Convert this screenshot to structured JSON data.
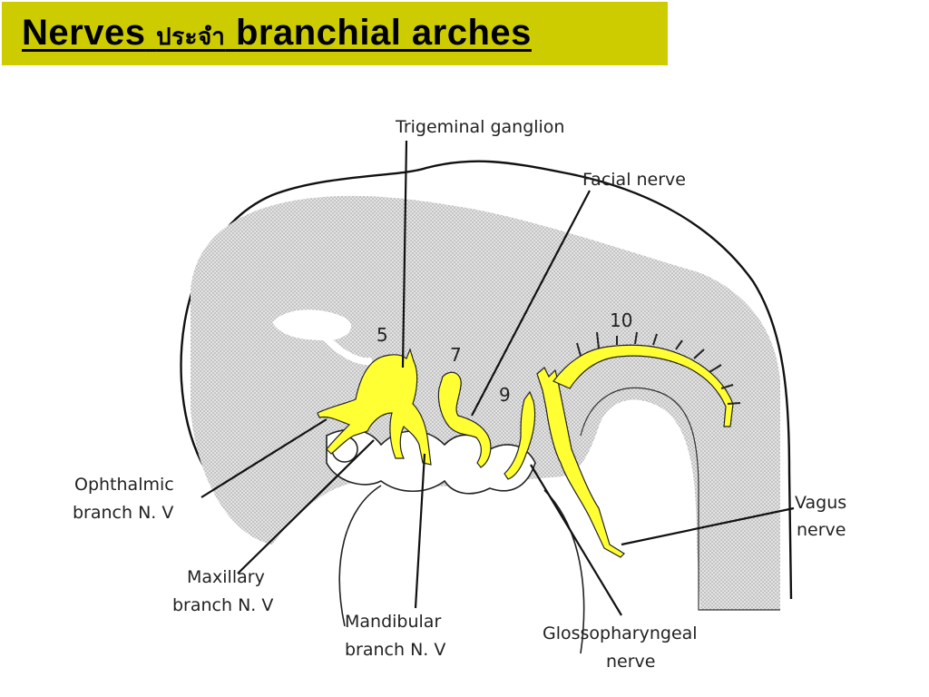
{
  "title": {
    "part1": "Nerves",
    "part2": "ประจำ",
    "part3": "branchial arches"
  },
  "labels": {
    "trigeminal_ganglion": "Trigeminal ganglion",
    "facial_nerve": "Facial nerve",
    "ophthalmic_1": "Ophthalmic",
    "ophthalmic_2": "branch N. V",
    "maxillary_1": "Maxillary",
    "maxillary_2": "branch N. V",
    "mandibular_1": "Mandibular",
    "mandibular_2": "branch N. V",
    "glosso_1": "Glossopharyngeal",
    "glosso_2": "nerve",
    "vagus_1": "Vagus",
    "vagus_2": "nerve"
  },
  "numbers": {
    "n5": "5",
    "n7": "7",
    "n9": "9",
    "n10": "10"
  },
  "colors": {
    "title_background": "#cccc00",
    "nerve_fill": "#ffff33",
    "shading": "#d9d9d9"
  }
}
